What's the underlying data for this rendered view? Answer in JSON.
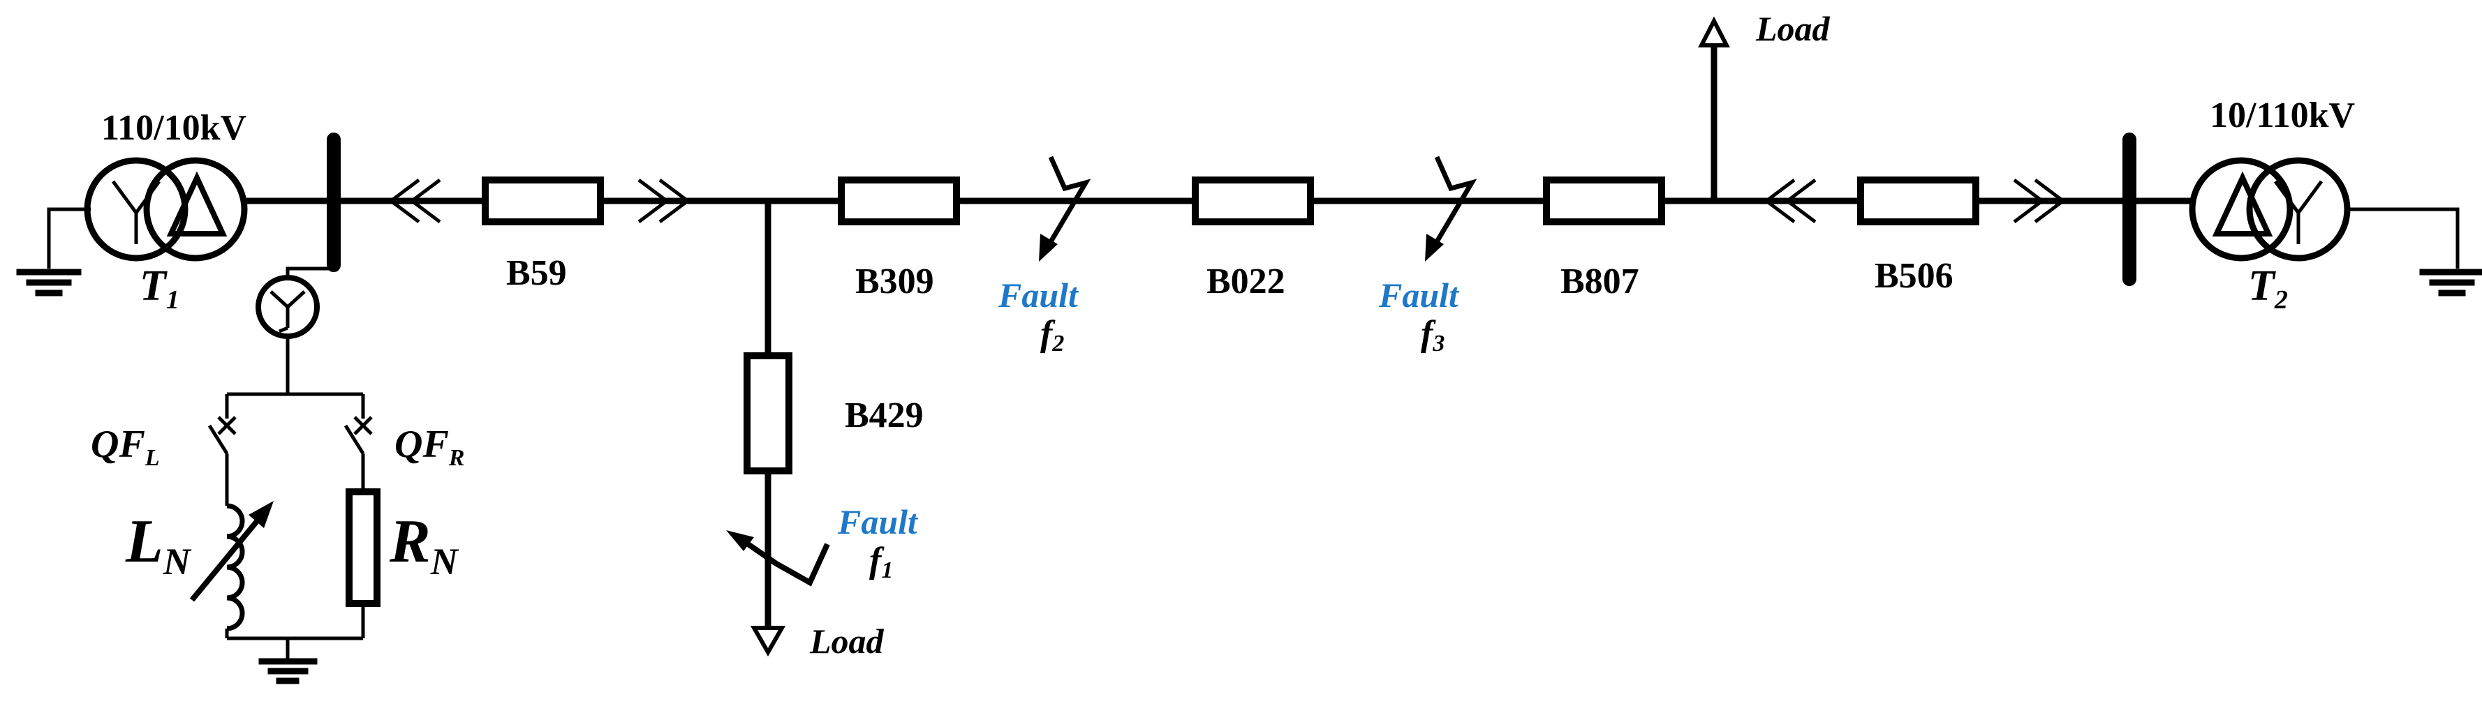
{
  "transformers": {
    "t1": {
      "rating": "110/10kV",
      "name_main": "T",
      "name_sub": "1"
    },
    "t2": {
      "rating": "10/110kV",
      "name_main": "T",
      "name_sub": "2"
    }
  },
  "cables": [
    "B59",
    "B309",
    "B022",
    "B807",
    "B506",
    "B429"
  ],
  "faults": {
    "word": "Fault",
    "f1": {
      "main": "f",
      "sub": "1"
    },
    "f2": {
      "main": "f",
      "sub": "2"
    },
    "f3": {
      "main": "f",
      "sub": "3"
    }
  },
  "loads": {
    "label": "Load"
  },
  "grounding": {
    "qf_left": {
      "main": "QF",
      "sub": "L"
    },
    "qf_right": {
      "main": "QF",
      "sub": "R"
    },
    "inductor": {
      "main": "L",
      "sub": "N"
    },
    "resistor": {
      "main": "R",
      "sub": "N"
    }
  },
  "colors": {
    "fault_text": "#1f78c8",
    "lines": "#000000"
  }
}
